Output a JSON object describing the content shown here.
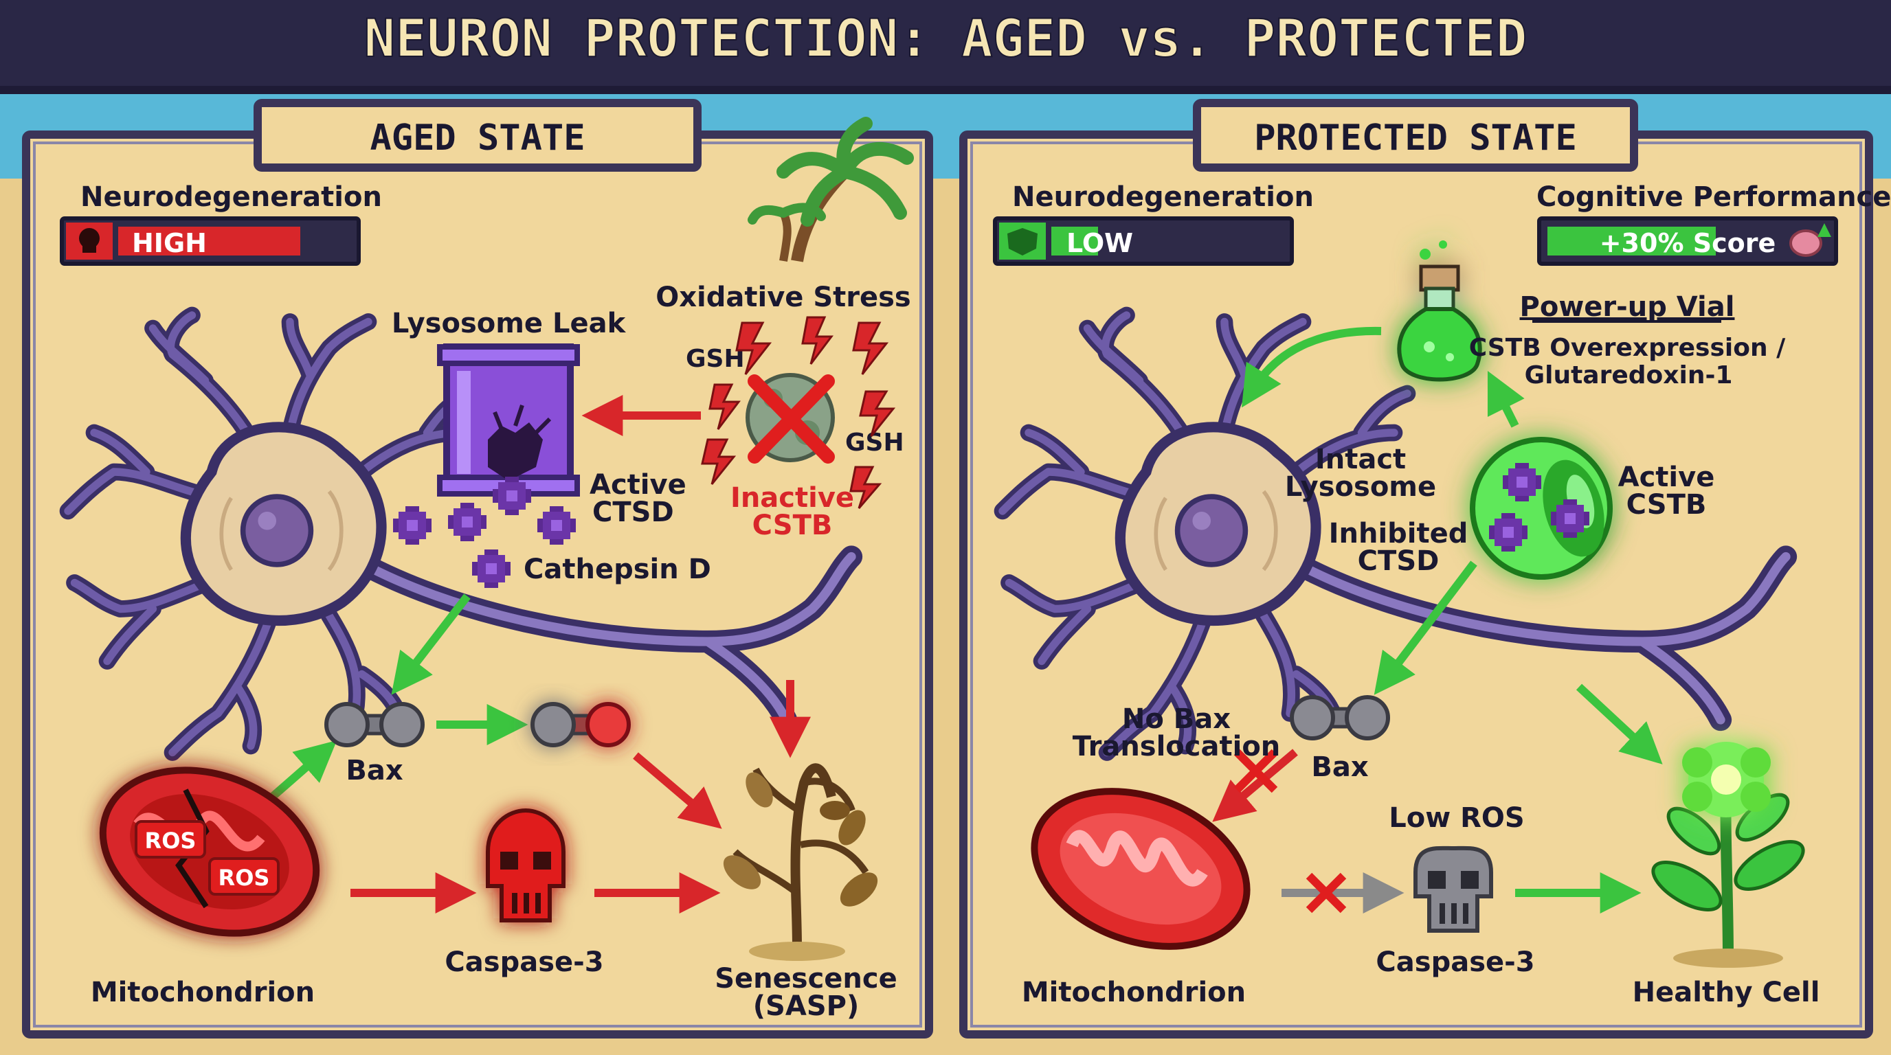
{
  "title": "NEURON PROTECTION: AGED vs. PROTECTED",
  "colors": {
    "sand": "#f1d79c",
    "frame": "#3b3458",
    "neuron": "#4a3e78",
    "red": "#d8262a",
    "green": "#3bc43f",
    "purple": "#7a3fc4"
  },
  "aged": {
    "title": "AGED STATE",
    "neuro_label": "Neurodegeneration",
    "neuro_value": "HIGH",
    "neuro_level": 0.78,
    "lysosome_leak": "Lysosome Leak",
    "oxidative_stress": "Oxidative Stress",
    "gsh_1": "GSH",
    "gsh_2": "GSH",
    "inactive_cstb_1": "Inactive",
    "inactive_cstb_2": "CSTB",
    "active_ctsd_1": "Active",
    "active_ctsd_2": "CTSD",
    "cathepsin_d": "Cathepsin D",
    "bax": "Bax",
    "ros_1": "ROS",
    "ros_2": "ROS",
    "mitochondrion": "Mitochondrion",
    "caspase": "Caspase-3",
    "senescence_1": "Senescence",
    "senescence_2": "(SASP)"
  },
  "protected": {
    "title": "PROTECTED STATE",
    "neuro_label": "Neurodegeneration",
    "neuro_value": "LOW",
    "neuro_level": 0.2,
    "cog_label": "Cognitive Performance",
    "cog_value": "+30% Score",
    "cog_level": 0.72,
    "vial_title": "Power-up Vial",
    "vial_sub_1": "CSTB Overexpression /",
    "vial_sub_2": "Glutaredoxin-1",
    "intact_lyso_1": "Intact",
    "intact_lyso_2": "Lysosome",
    "inhibited_ctsd_1": "Inhibited",
    "inhibited_ctsd_2": "CTSD",
    "active_cstb_1": "Active",
    "active_cstb_2": "CSTB",
    "no_bax_1": "No Bax",
    "no_bax_2": "Translocation",
    "bax": "Bax",
    "low_ros": "Low ROS",
    "mitochondrion": "Mitochondrion",
    "caspase": "Caspase-3",
    "healthy": "Healthy Cell"
  }
}
